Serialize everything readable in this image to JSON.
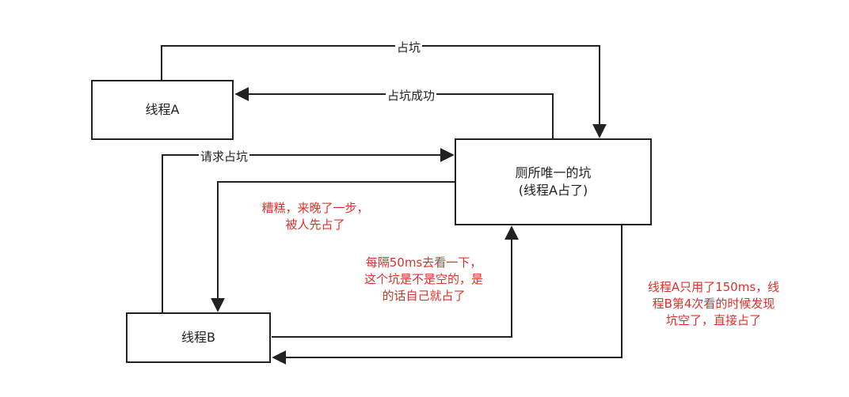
{
  "colors": {
    "stroke": "#222222",
    "note": "#e0302a"
  },
  "nodes": {
    "thread_a": "线程A",
    "thread_b": "线程B",
    "toilet_line1": "厕所唯一的坑",
    "toilet_line2": "(线程A占了)"
  },
  "edges": {
    "occupy": "占坑",
    "occupy_success": "占坑成功",
    "request_occupy": "请求占坑"
  },
  "notes": {
    "too_late": [
      "糟糕，来晚了一步，",
      "被人先占了"
    ],
    "polling": [
      "每隔50ms去看一下，",
      "这个坑是不是空的，是",
      "的话自己就占了"
    ],
    "released": [
      "线程A只用了150ms，线",
      "程B第4次看的时候发现",
      "坑空了，直接占了"
    ]
  }
}
